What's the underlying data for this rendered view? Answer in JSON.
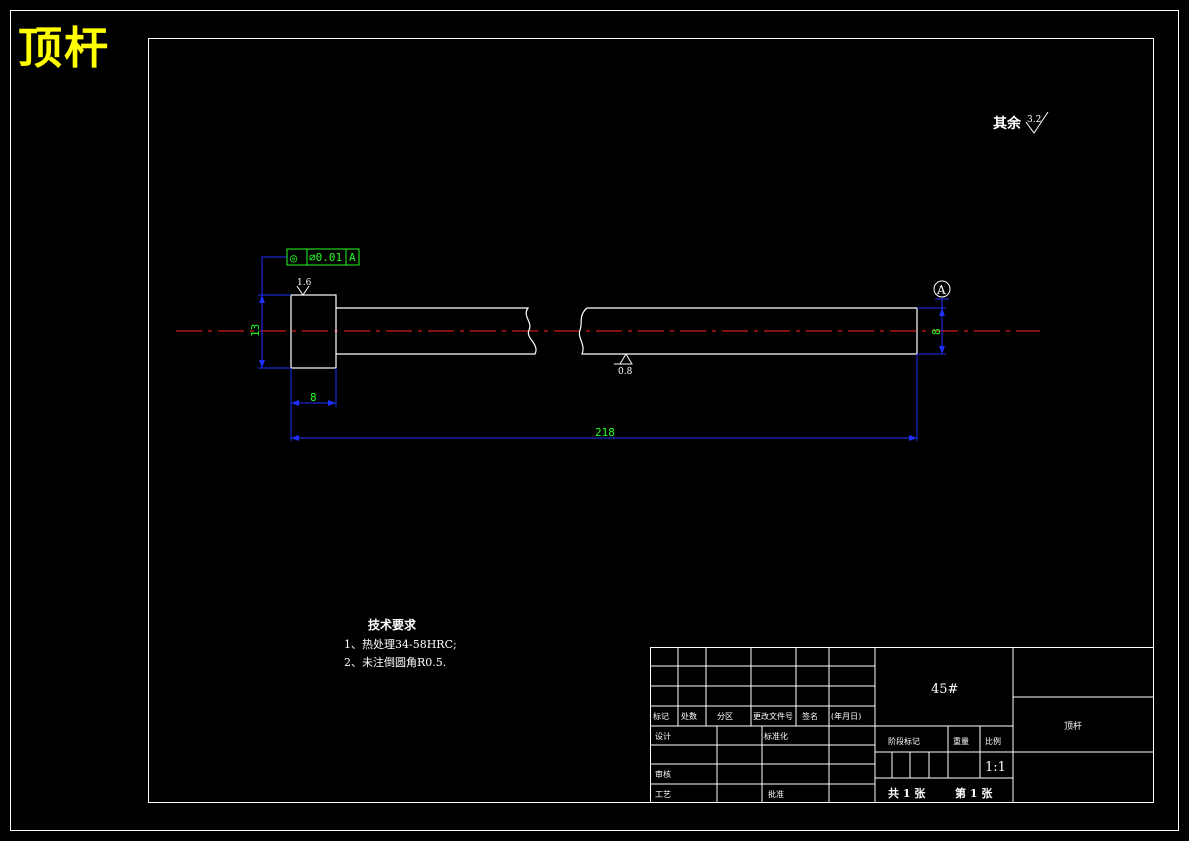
{
  "title": "顶杆",
  "roughness": {
    "default_prefix": "其余",
    "default_value": "3.2",
    "shoulder_value": "1.6",
    "shaft_value": "0.8"
  },
  "tolerance_frame": {
    "symbol": "◎",
    "value": "⌀0.01",
    "datum": "A"
  },
  "datum_label": "A",
  "dimensions": {
    "head_diameter": "13",
    "head_length": "8",
    "shaft_diameter": "8",
    "total_length": "218"
  },
  "notes": {
    "heading": "技术要求",
    "items": [
      "1、热处理34-58HRC;",
      "2、未注倒圆角R0.5."
    ]
  },
  "title_block": {
    "material": "45#",
    "part_name": "顶杆",
    "scale": "1:1",
    "sheets": "共 1 张",
    "sheet_no": "第 1 张",
    "labels": {
      "mark": "标记",
      "count": "处数",
      "zone": "分区",
      "change_doc": "更改文件号",
      "signature": "签名",
      "date": "(年月日)",
      "design": "设计",
      "standardize": "标准化",
      "review": "审核",
      "process": "工艺",
      "approve": "批准",
      "stage_mark": "阶段标记",
      "weight": "重量",
      "scale_label": "比例"
    }
  },
  "colors": {
    "frame": "#ffffff",
    "dimension": "#0000ff",
    "dim_text": "#22ff22",
    "centerline": "#ff0000",
    "title": "#ffff00"
  }
}
